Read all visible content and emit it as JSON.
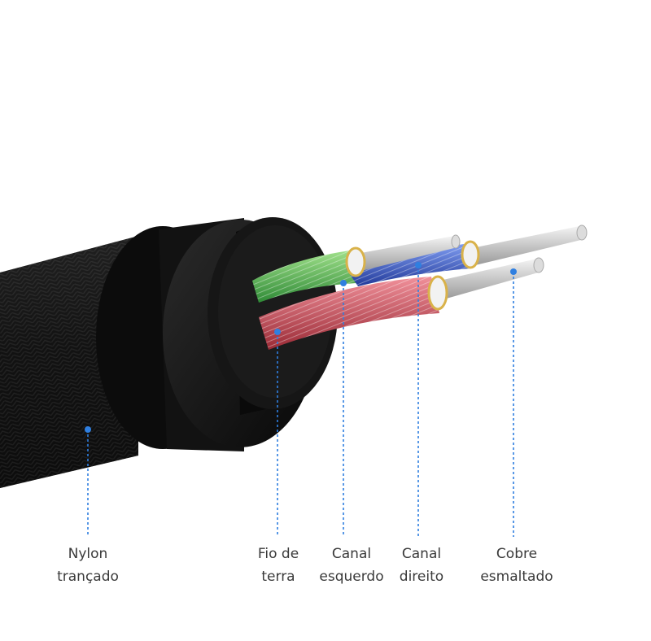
{
  "diagram": {
    "labels": [
      {
        "id": "nylon",
        "line1": "Nylon",
        "line2": "trançado"
      },
      {
        "id": "ground",
        "line1": "Fio de",
        "line2": "terra"
      },
      {
        "id": "left",
        "line1": "Canal",
        "line2": "esquerdo"
      },
      {
        "id": "right",
        "line1": "Canal",
        "line2": "direito"
      },
      {
        "id": "copper",
        "line1": "Cobre",
        "line2": "esmaltado"
      }
    ],
    "colors": {
      "callout": "#2f7fe0",
      "jacket": "#161616",
      "green_wire": "#5fbf55",
      "blue_wire": "#3f64c8",
      "red_wire": "#c8505a",
      "silver_wire": "#c9c9c9",
      "insulation_gold": "#d9b24a"
    }
  }
}
